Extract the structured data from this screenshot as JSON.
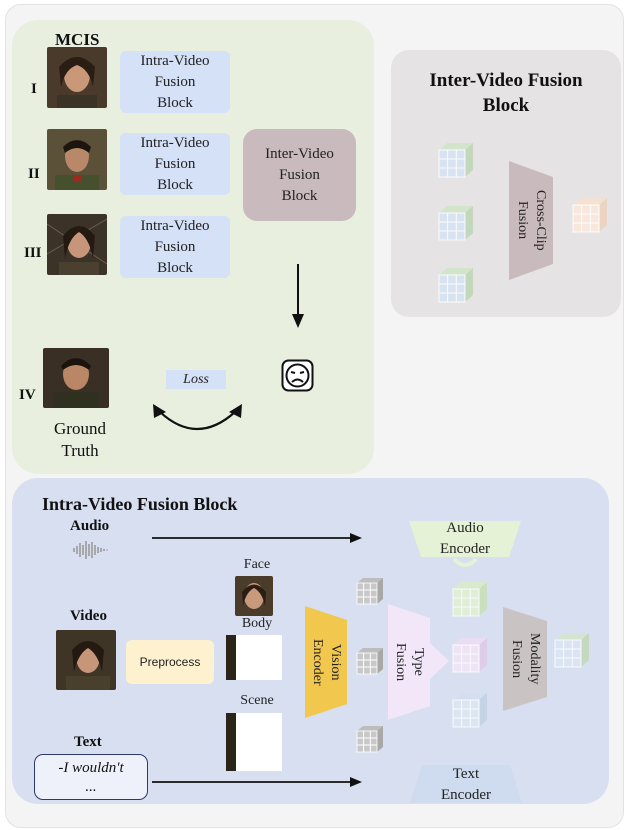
{
  "mcis_title": "MCIS",
  "rows": [
    {
      "roman": "I",
      "block": "Intra-Video\nFusion\nBlock"
    },
    {
      "roman": "II",
      "block": "Intra-Video\nFusion\nBlock"
    },
    {
      "roman": "III",
      "block": "Intra-Video\nFusion\nBlock"
    }
  ],
  "inter_box": "Inter-Video\nFusion\nBlock",
  "gt_roman": "IV",
  "ground_truth": "Ground\nTruth",
  "loss": "Loss",
  "inter_panel_title": "Inter-Video Fusion\nBlock",
  "cross_clip": "Cross-Clip\nFusion",
  "intra_panel_title": "Intra-Video Fusion Block",
  "audio_label": "Audio",
  "video_label": "Video",
  "text_label": "Text",
  "text_sample": "-I wouldn't\n...",
  "preprocess": "Preprocess",
  "face_label": "Face",
  "body_label": "Body",
  "scene_label": "Scene",
  "vision_encoder": "Vision\nEncoder",
  "type_fusion": "Type\nFusion",
  "modality_fusion": "Modality\nFusion",
  "audio_encoder": "Audio\nEncoder",
  "text_encoder": "Text\nEncoder",
  "colors": {
    "panel_green": "#e8efdf",
    "panel_blue": "#d8dff0",
    "panel_gray": "#e6e3e4",
    "intra_box": "#d5e1f6",
    "inter_box": "#c9bbbd",
    "vision_encoder": "#f2c74e",
    "type_fusion": "#f1e7f8",
    "modality_fusion": "#c9c3c3",
    "audio_encoder": "#e6f2d6",
    "text_encoder": "#cfdcef",
    "preprocess": "#fdf1cf"
  }
}
